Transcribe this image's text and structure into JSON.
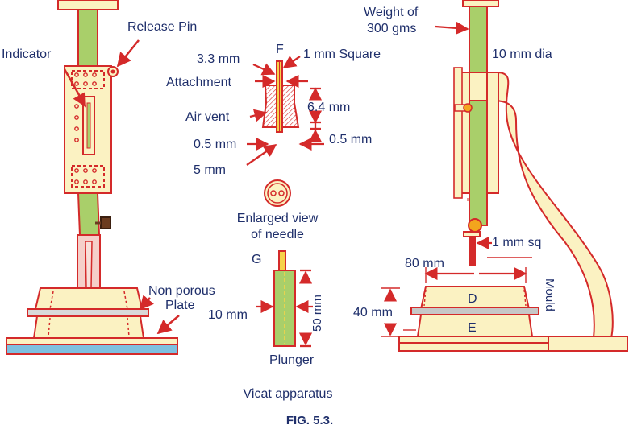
{
  "colors": {
    "outline": "#d42a2a",
    "body_fill": "#fbf2c2",
    "rod_fill": "#a9cf6a",
    "base_fill": "#7ec0e0",
    "plate_fill": "#c7c7c7",
    "text": "#1f2f6b",
    "marker": "#f3a51d",
    "needle_fill": "#f6d24a"
  },
  "left_apparatus": {
    "release_pin": "Release Pin",
    "indicator": "Indicator",
    "plate": "Non porous\nPlate"
  },
  "needle_detail": {
    "label_f": "F",
    "dim_3_3": "3.3 mm",
    "square": "1 mm Square",
    "attachment": "Attachment",
    "dim_6_4": "6.4 mm",
    "air_vent": "Air vent",
    "dim_0_5_left": "0.5 mm",
    "dim_0_5_right": "0.5 mm",
    "dim_5": "5 mm",
    "enlarged_view": "Enlarged view\nof needle"
  },
  "plunger_detail": {
    "label_g": "G",
    "dim_10": "10 mm",
    "dim_50": "50 mm",
    "plunger": "Plunger"
  },
  "right_apparatus": {
    "weight": "Weight of\n300 gms",
    "dia": "10 mm dia",
    "sq": "1 mm sq",
    "dim_80": "80 mm",
    "mould": "Mould",
    "label_d": "D",
    "dim_40": "40 mm",
    "label_e": "E"
  },
  "title": "Vicat apparatus",
  "caption": "FIG. 5.3."
}
